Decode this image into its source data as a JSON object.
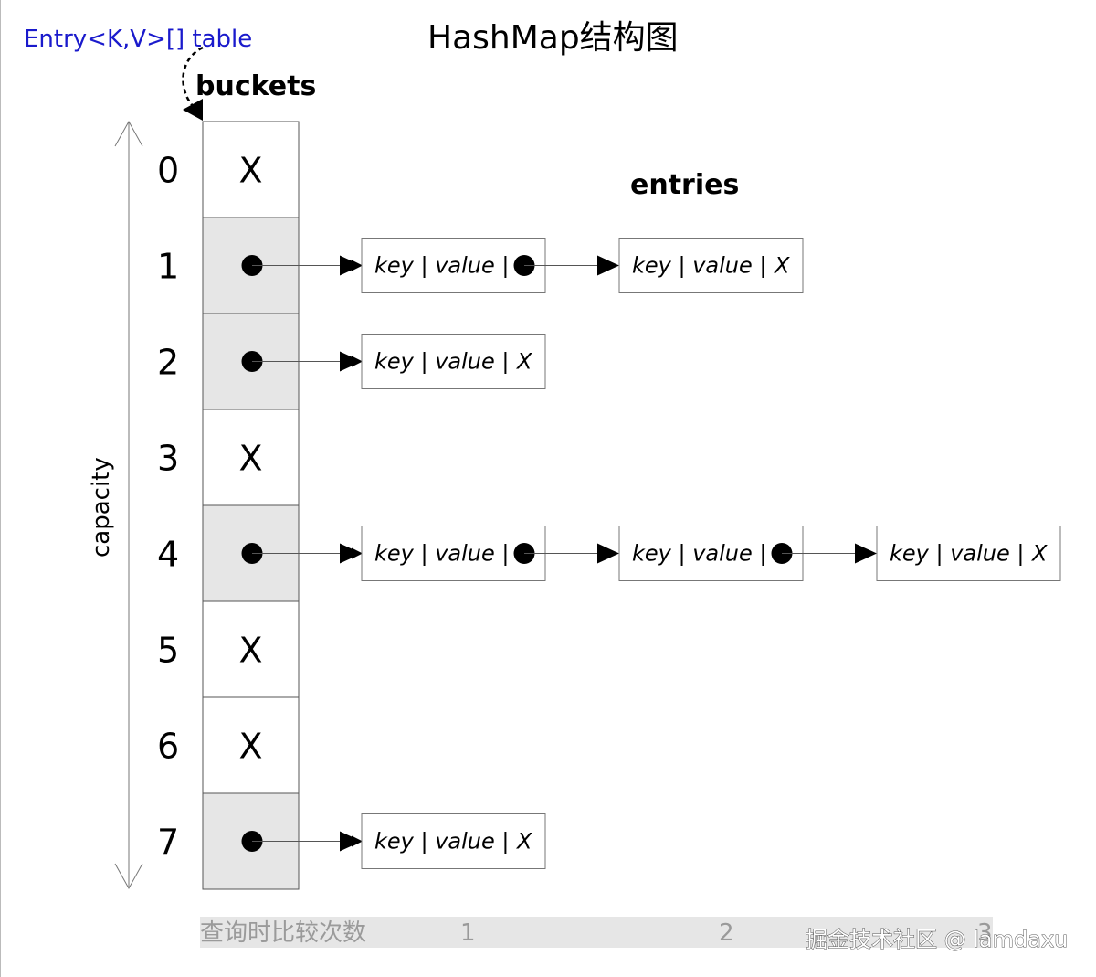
{
  "title": "HashMap结构图",
  "table_caption": "Entry<K,V>[] table",
  "buckets_label": "buckets",
  "entries_label": "entries",
  "capacity_label": "capacity",
  "colors": {
    "caption": "#1a1acc",
    "filled_bucket": "#e6e6e6",
    "empty_bucket": "#ffffff",
    "stroke": "#555555",
    "footer_band": "#e6e6e6",
    "footer_text": "#9a9a9a"
  },
  "buckets": [
    {
      "index": "0",
      "filled": false,
      "null_mark": "X",
      "chain": []
    },
    {
      "index": "1",
      "filled": true,
      "null_mark": "",
      "chain": [
        {
          "text": "key | value |",
          "next": "pointer"
        },
        {
          "text": "key | value |",
          "next": "X"
        }
      ]
    },
    {
      "index": "2",
      "filled": true,
      "null_mark": "",
      "chain": [
        {
          "text": "key | value |",
          "next": "X"
        }
      ]
    },
    {
      "index": "3",
      "filled": false,
      "null_mark": "X",
      "chain": []
    },
    {
      "index": "4",
      "filled": true,
      "null_mark": "",
      "chain": [
        {
          "text": "key | value |",
          "next": "pointer"
        },
        {
          "text": "key | value |",
          "next": "pointer"
        },
        {
          "text": "key | value |",
          "next": "X"
        }
      ]
    },
    {
      "index": "5",
      "filled": false,
      "null_mark": "X",
      "chain": []
    },
    {
      "index": "6",
      "filled": false,
      "null_mark": "X",
      "chain": []
    },
    {
      "index": "7",
      "filled": true,
      "null_mark": "",
      "chain": [
        {
          "text": "key | value |",
          "next": "X"
        }
      ]
    }
  ],
  "footer": {
    "label": "查询时比较次数",
    "counts": [
      "1",
      "2",
      "3"
    ]
  },
  "watermark": "掘金技术社区 @ lamdaxu"
}
